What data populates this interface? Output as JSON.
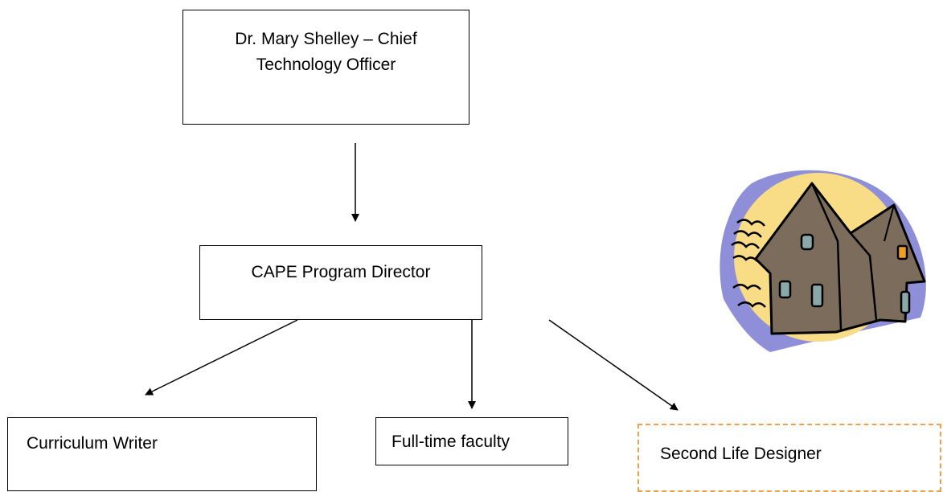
{
  "diagram": {
    "nodes": {
      "cto": {
        "line1": "Dr. Mary Shelley – Chief",
        "line2": "Technology Officer"
      },
      "director": {
        "label": "CAPE Program Director"
      },
      "writer": {
        "label": "Curriculum Writer"
      },
      "faculty": {
        "label": "Full-time faculty"
      },
      "designer": {
        "label": "Second Life Designer"
      }
    },
    "edges": [
      {
        "from": "cto",
        "to": "director"
      },
      {
        "from": "director",
        "to": "writer"
      },
      {
        "from": "director",
        "to": "faculty"
      },
      {
        "from": "director",
        "to": "designer"
      }
    ]
  },
  "clipart": {
    "icon": "haunted-house-icon"
  },
  "colors": {
    "designer_border": "#f0a04b",
    "moon": "#f8dc86",
    "glow": "#8f8ed8",
    "house": "#7c6c5c",
    "window": "#8aa8a8",
    "lit_window": "#f0a020"
  }
}
